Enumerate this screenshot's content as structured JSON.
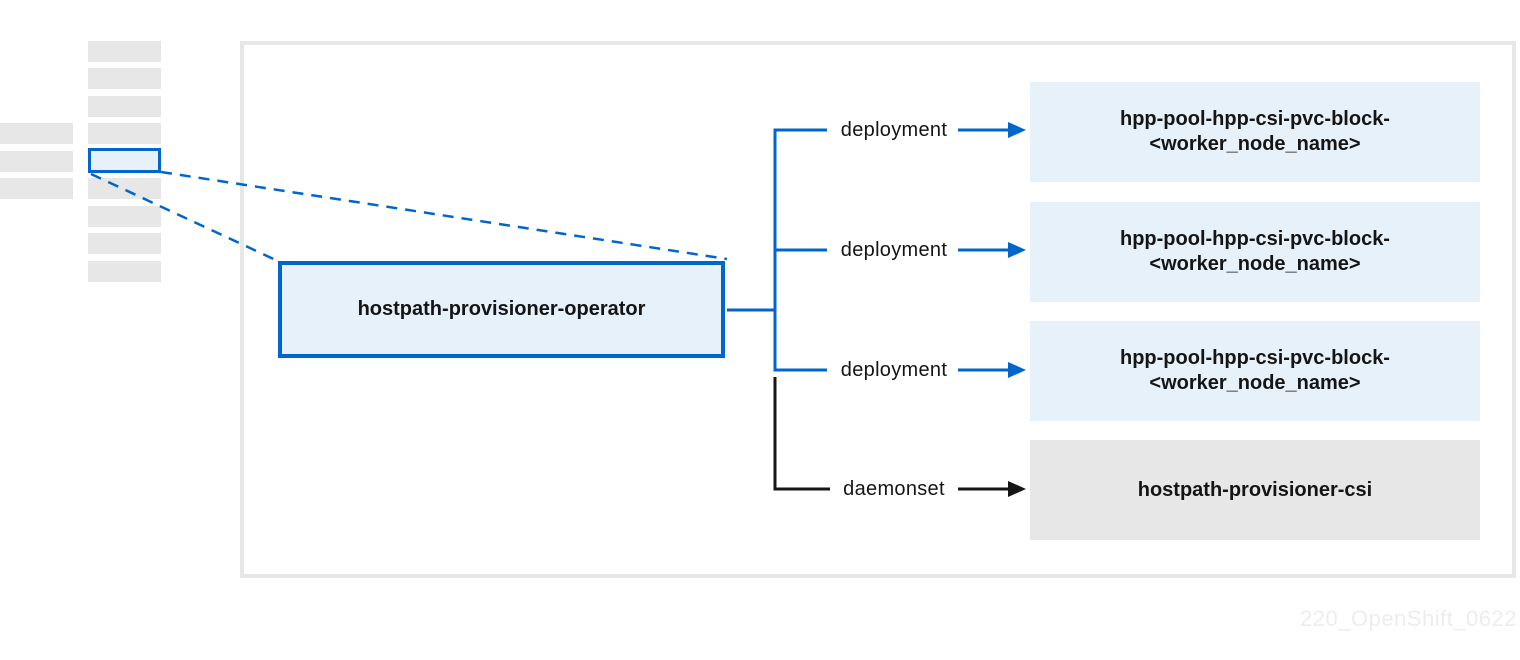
{
  "colors": {
    "accent-blue": "#0066cc",
    "light-blue-fill": "#e7f1fa",
    "gray-fill": "#e7e7e7",
    "text-dark": "#151515",
    "panel-border": "#e7e7e7",
    "watermark-gray": "#ededed"
  },
  "diagram": {
    "operator": {
      "label": "hostpath-provisioner-operator"
    },
    "rows": [
      {
        "label": "deployment",
        "arrow_color": "blue",
        "box": {
          "line1": "hpp-pool-hpp-csi-pvc-block-",
          "line2": "<worker_node_name>"
        }
      },
      {
        "label": "deployment",
        "arrow_color": "blue",
        "box": {
          "line1": "hpp-pool-hpp-csi-pvc-block-",
          "line2": "<worker_node_name>"
        }
      },
      {
        "label": "deployment",
        "arrow_color": "blue",
        "box": {
          "line1": "hpp-pool-hpp-csi-pvc-block-",
          "line2": "<worker_node_name>"
        }
      },
      {
        "label": "daemonset",
        "arrow_color": "black",
        "box": {
          "line1": "hostpath-provisioner-csi"
        }
      }
    ],
    "watermark": "220_OpenShift_0622"
  }
}
